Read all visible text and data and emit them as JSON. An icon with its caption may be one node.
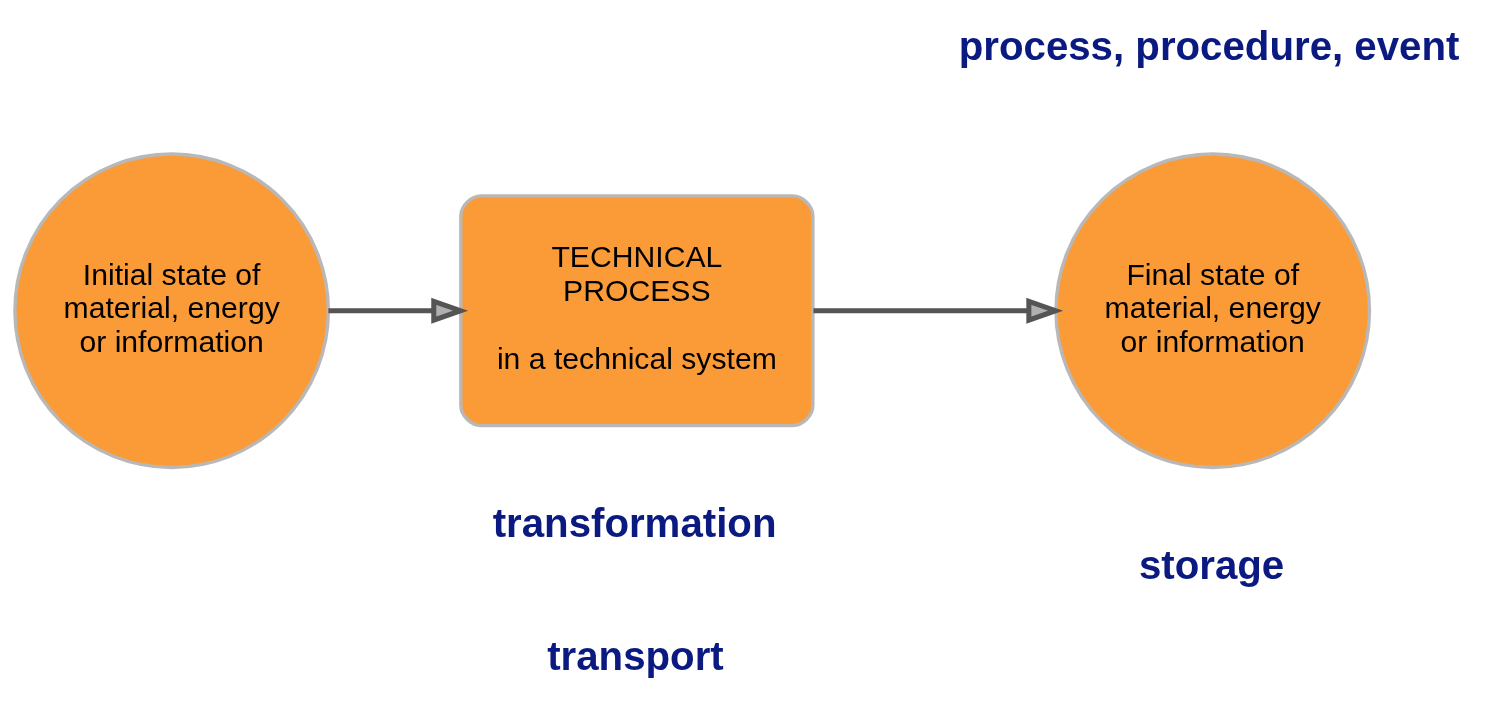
{
  "diagram": {
    "nodes": [
      {
        "text": [
          "Initial state of material, energy or information"
        ]
      },
      {
        "text": [
          "TECHNICAL PROCESS",
          "in a technical system"
        ]
      },
      {
        "text": [
          "Final state of material, energy or information"
        ]
      }
    ],
    "edges": [
      {
        "from": 0,
        "to": 1,
        "arrow": "to"
      },
      {
        "from": 1,
        "to": 2,
        "arrow": "to"
      }
    ],
    "labels": [
      "process, procedure, event",
      "transformation",
      "transport",
      "storage"
    ]
  }
}
